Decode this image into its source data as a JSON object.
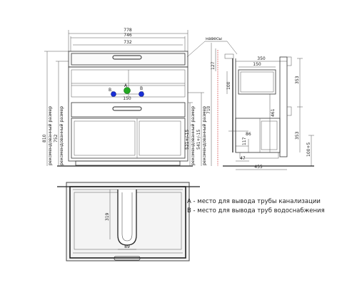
{
  "front": {
    "dims_top": [
      "778",
      "746",
      "732"
    ],
    "dims_left": [
      "810",
      "752"
    ],
    "rec_label": "рекомендованный размер",
    "dim_center": "150",
    "dim_127": "127",
    "dims_right": [
      "521+/-15",
      "541+/-15",
      "710"
    ],
    "hinge_label": "навесы",
    "point_a": "A",
    "point_b": "B"
  },
  "side": {
    "dim_350": "350",
    "dim_150": "150",
    "dim_100": "100",
    "dim_461": "461",
    "dim_353a": "353",
    "dim_353b": "353",
    "dim_86": "86",
    "dim_117": "117",
    "dim_47": "47",
    "dim_455": "455",
    "dim_100_5": "100+5"
  },
  "plan": {
    "dim_319": "319",
    "dim_89": "89"
  },
  "legend": {
    "a": "А - место для вывода трубы канализации",
    "b": "В - место для вывода труб водоснабжения"
  },
  "colors": {
    "pipe_a": "#22aa22",
    "pipe_b": "#1a2fd6",
    "marker_red": "#d12a2a"
  }
}
